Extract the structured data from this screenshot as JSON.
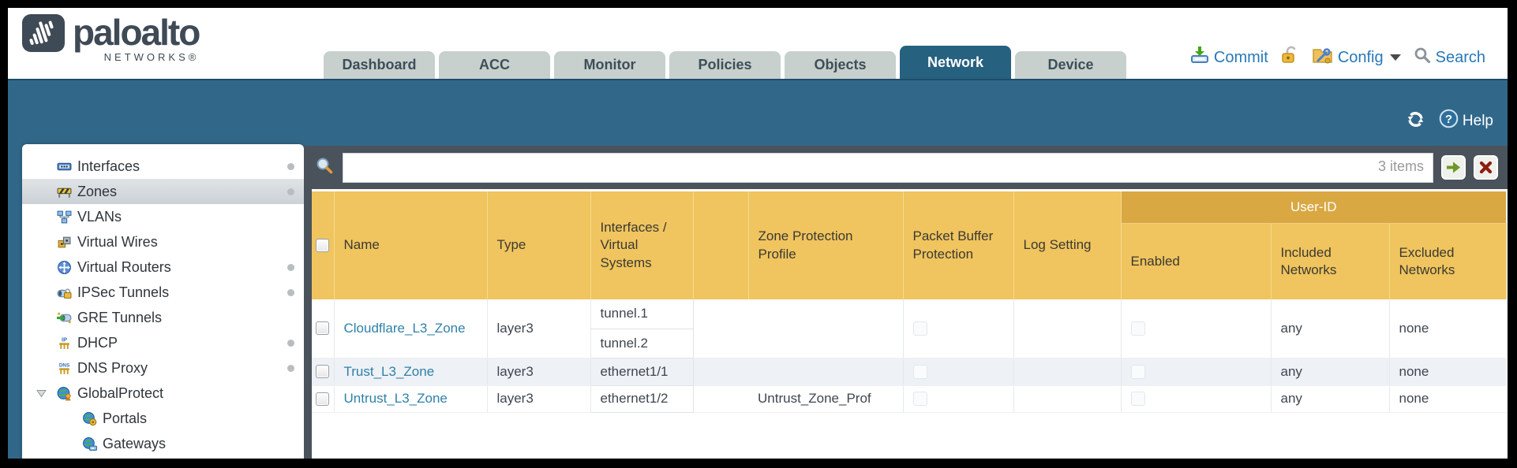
{
  "brand": {
    "name": "paloalto",
    "sub": "NETWORKS®"
  },
  "tabs": [
    {
      "label": "Dashboard"
    },
    {
      "label": "ACC"
    },
    {
      "label": "Monitor"
    },
    {
      "label": "Policies"
    },
    {
      "label": "Objects"
    },
    {
      "label": "Network",
      "active": true
    },
    {
      "label": "Device"
    }
  ],
  "header_actions": {
    "commit": "Commit",
    "config": "Config",
    "search": "Search"
  },
  "toolbar": {
    "help": "Help"
  },
  "sidebar": {
    "items": [
      {
        "label": "Interfaces",
        "icon": "interfaces-icon",
        "dot": true
      },
      {
        "label": "Zones",
        "icon": "zones-icon",
        "dot": true,
        "selected": true
      },
      {
        "label": "VLANs",
        "icon": "vlans-icon"
      },
      {
        "label": "Virtual Wires",
        "icon": "virtual-wires-icon"
      },
      {
        "label": "Virtual Routers",
        "icon": "virtual-routers-icon",
        "dot": true
      },
      {
        "label": "IPSec Tunnels",
        "icon": "ipsec-tunnels-icon",
        "dot": true
      },
      {
        "label": "GRE Tunnels",
        "icon": "gre-tunnels-icon"
      },
      {
        "label": "DHCP",
        "icon": "dhcp-icon",
        "dot": true
      },
      {
        "label": "DNS Proxy",
        "icon": "dns-proxy-icon",
        "dot": true
      },
      {
        "label": "GlobalProtect",
        "icon": "globalprotect-icon",
        "expanded": true
      },
      {
        "label": "Portals",
        "icon": "portals-icon",
        "child": true
      },
      {
        "label": "Gateways",
        "icon": "gateways-icon",
        "child": true
      }
    ]
  },
  "filter": {
    "count": "3 items",
    "query": ""
  },
  "table": {
    "group_header": "User-ID",
    "columns": {
      "name": "Name",
      "type": "Type",
      "interfaces": "Interfaces / Virtual Systems",
      "zpp": "Zone Protection Profile",
      "pbp": "Packet Buffer Protection",
      "log": "Log Setting",
      "enabled": "Enabled",
      "included": "Included Networks",
      "excluded": "Excluded Networks"
    },
    "rows": [
      {
        "name": "Cloudflare_L3_Zone",
        "type": "layer3",
        "interfaces": [
          "tunnel.1",
          "tunnel.2"
        ],
        "zpp": "",
        "log": "",
        "included": "any",
        "excluded": "none"
      },
      {
        "name": "Trust_L3_Zone",
        "type": "layer3",
        "interfaces": [
          "ethernet1/1"
        ],
        "zpp": "",
        "log": "",
        "included": "any",
        "excluded": "none"
      },
      {
        "name": "Untrust_L3_Zone",
        "type": "layer3",
        "interfaces": [
          "ethernet1/2"
        ],
        "zpp": "Untrust_Zone_Prof",
        "log": "",
        "included": "any",
        "excluded": "none"
      }
    ]
  }
}
